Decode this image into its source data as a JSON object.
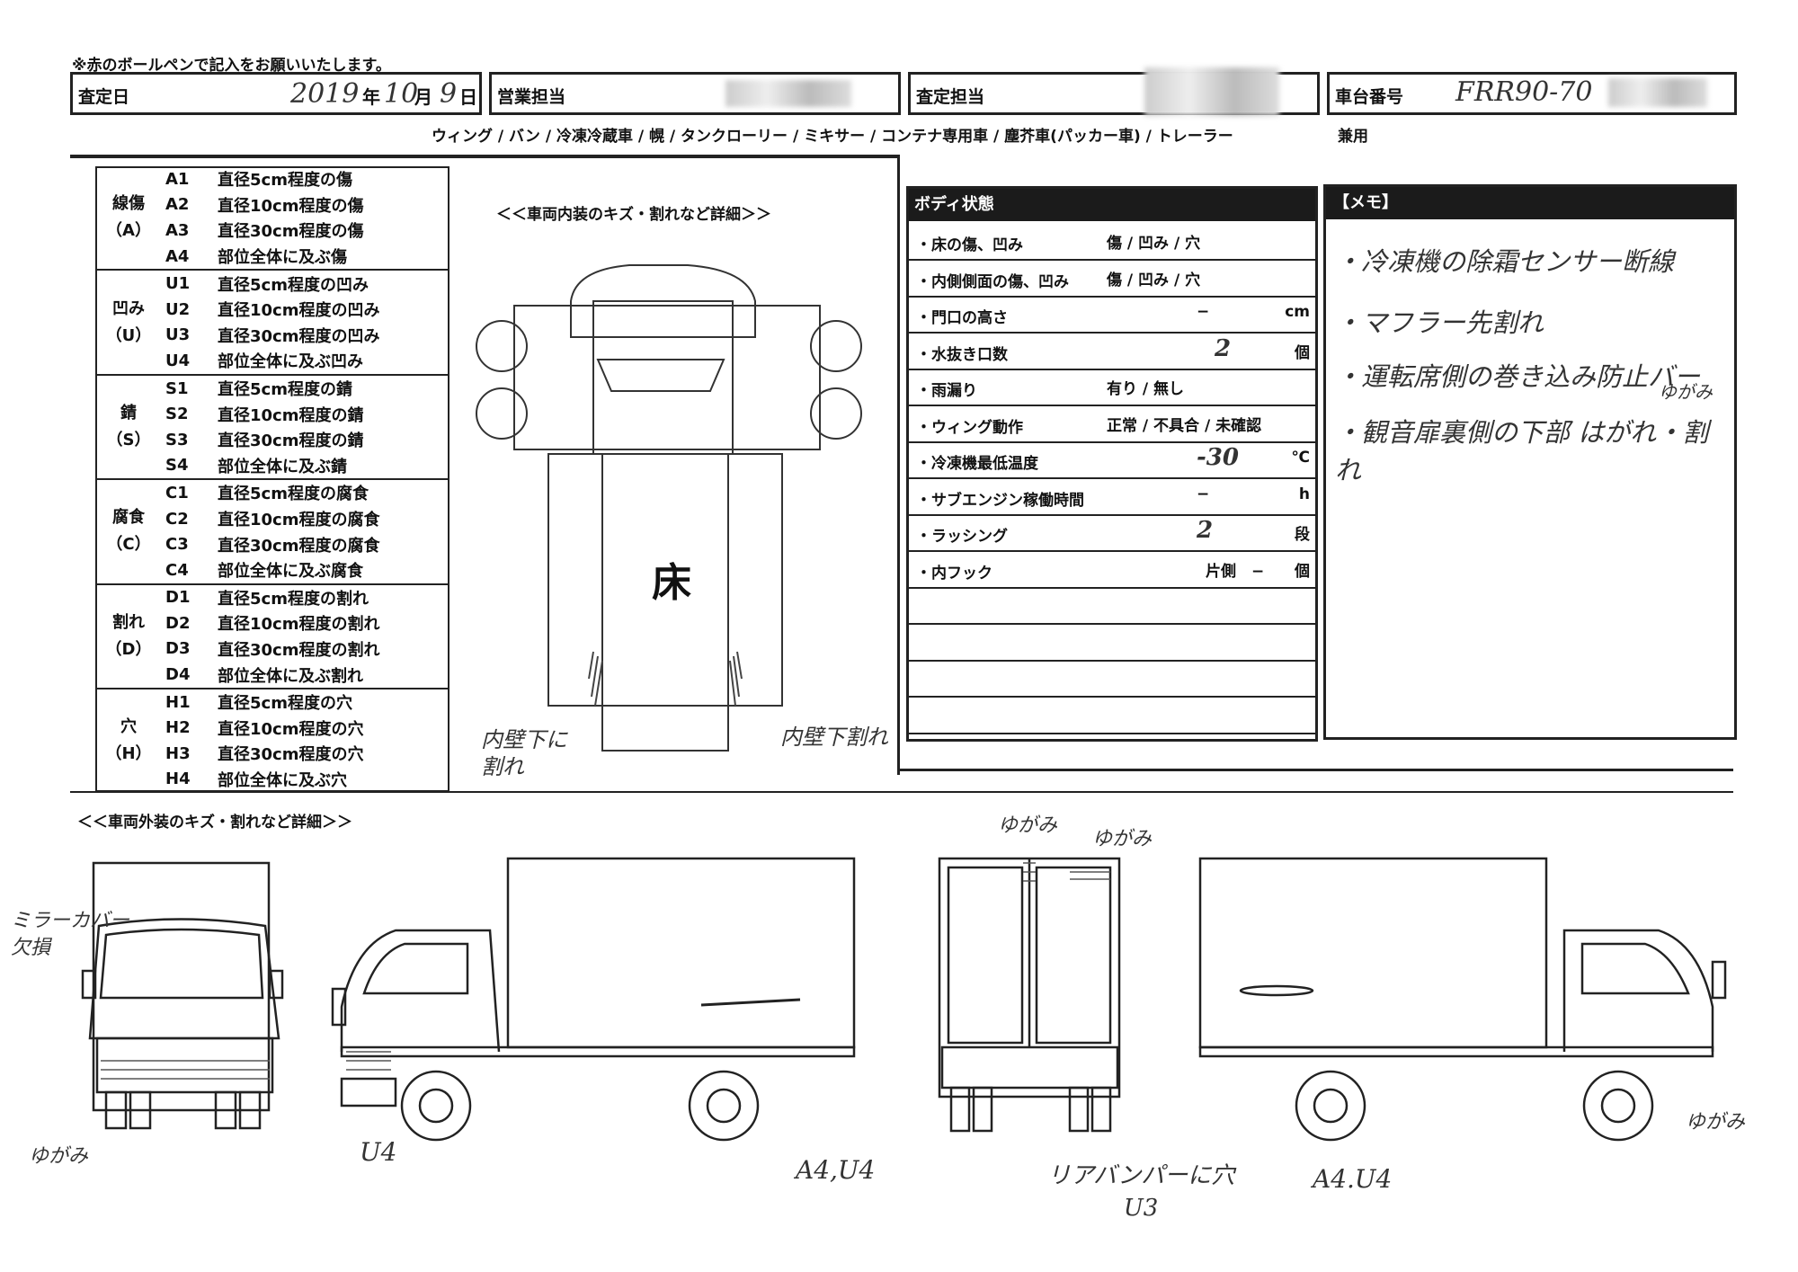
{
  "note": "※赤のボールペンで記入をお願いいたします。",
  "header": {
    "date_label": "査定日",
    "date_year": "2019",
    "year_suffix": "年",
    "date_month": "10",
    "month_suffix": "月",
    "date_day": "9",
    "day_suffix": "日",
    "sales_label": "営業担当",
    "appraiser_label": "査定担当",
    "chassis_label": "車台番号",
    "chassis_value": "FRR90-70"
  },
  "vehicle_types": "ウィング / バン / 冷凍冷蔵車 / 幌 / タンクローリー / ミキサー / コンテナ専用車 / 塵芥車(パッカー車) / トレーラー",
  "combined_label": "兼用",
  "legend": [
    {
      "category": "線傷\n（A）",
      "items": [
        [
          "A1",
          "直径5cm程度の傷"
        ],
        [
          "A2",
          "直径10cm程度の傷"
        ],
        [
          "A3",
          "直径30cm程度の傷"
        ],
        [
          "A4",
          "部位全体に及ぶ傷"
        ]
      ]
    },
    {
      "category": "凹み\n（U）",
      "items": [
        [
          "U1",
          "直径5cm程度の凹み"
        ],
        [
          "U2",
          "直径10cm程度の凹み"
        ],
        [
          "U3",
          "直径30cm程度の凹み"
        ],
        [
          "U4",
          "部位全体に及ぶ凹み"
        ]
      ]
    },
    {
      "category": "錆\n（S）",
      "items": [
        [
          "S1",
          "直径5cm程度の錆"
        ],
        [
          "S2",
          "直径10cm程度の錆"
        ],
        [
          "S3",
          "直径30cm程度の錆"
        ],
        [
          "S4",
          "部位全体に及ぶ錆"
        ]
      ]
    },
    {
      "category": "腐食\n（C）",
      "items": [
        [
          "C1",
          "直径5cm程度の腐食"
        ],
        [
          "C2",
          "直径10cm程度の腐食"
        ],
        [
          "C3",
          "直径30cm程度の腐食"
        ],
        [
          "C4",
          "部位全体に及ぶ腐食"
        ]
      ]
    },
    {
      "category": "割れ\n（D）",
      "items": [
        [
          "D1",
          "直径5cm程度の割れ"
        ],
        [
          "D2",
          "直径10cm程度の割れ"
        ],
        [
          "D3",
          "直径30cm程度の割れ"
        ],
        [
          "D4",
          "部位全体に及ぶ割れ"
        ]
      ]
    },
    {
      "category": "穴\n（H）",
      "items": [
        [
          "H1",
          "直径5cm程度の穴"
        ],
        [
          "H2",
          "直径10cm程度の穴"
        ],
        [
          "H3",
          "直径30cm程度の穴"
        ],
        [
          "H4",
          "部位全体に及ぶ穴"
        ]
      ]
    }
  ],
  "interior": {
    "title": "＜＜車両内装のキズ・割れなど詳細＞＞",
    "floor_label": "床",
    "note_left": "内壁下に\n割れ",
    "note_right": "内壁下割れ"
  },
  "body_state": {
    "title": "ボディ状態",
    "rows": [
      {
        "label": "・床の傷、凹み",
        "value": "傷 / 凹み / 穴",
        "unit": ""
      },
      {
        "label": "・内側側面の傷、凹み",
        "value": "傷 / 凹み / 穴",
        "unit": ""
      },
      {
        "label": "・門口の高さ",
        "value": "−",
        "unit": "cm"
      },
      {
        "label": "・水抜き口数",
        "value": "2",
        "unit": "個"
      },
      {
        "label": "・雨漏り",
        "value": "有り / 無し",
        "unit": ""
      },
      {
        "label": "・ウィング動作",
        "value": "正常 / 不具合 / 未確認",
        "unit": ""
      },
      {
        "label": "・冷凍機最低温度",
        "value": "-30",
        "unit": "℃"
      },
      {
        "label": "・サブエンジン稼働時間",
        "value": "−",
        "unit": "h"
      },
      {
        "label": "・ラッシング",
        "value": "2",
        "unit": "段"
      },
      {
        "label": "・内フック",
        "value": "片側　−",
        "unit": "個"
      }
    ]
  },
  "memo": {
    "title": "【メモ】",
    "lines": [
      "・冷凍機の除霜センサー断線",
      "・マフラー先割れ",
      "・運転席側の巻き込み防止バー",
      "・観音扉裏側の下部 はがれ・割れ"
    ],
    "sub_note": "ゆがみ"
  },
  "exterior": {
    "title": "＜＜車両外装のキズ・割れなど詳細＞＞",
    "annotations": {
      "mirror": "ミラーカバー\n欠損",
      "front_bottom": "ゆがみ",
      "left_u4": "U4",
      "left_a4u4": "A4,U4",
      "rear_top_left": "ゆがみ",
      "rear_top_right": "ゆがみ",
      "rear_bumper": "リアバンパーに穴\nU3",
      "right_a4u4": "A4.U4",
      "right_front": "ゆがみ"
    }
  }
}
